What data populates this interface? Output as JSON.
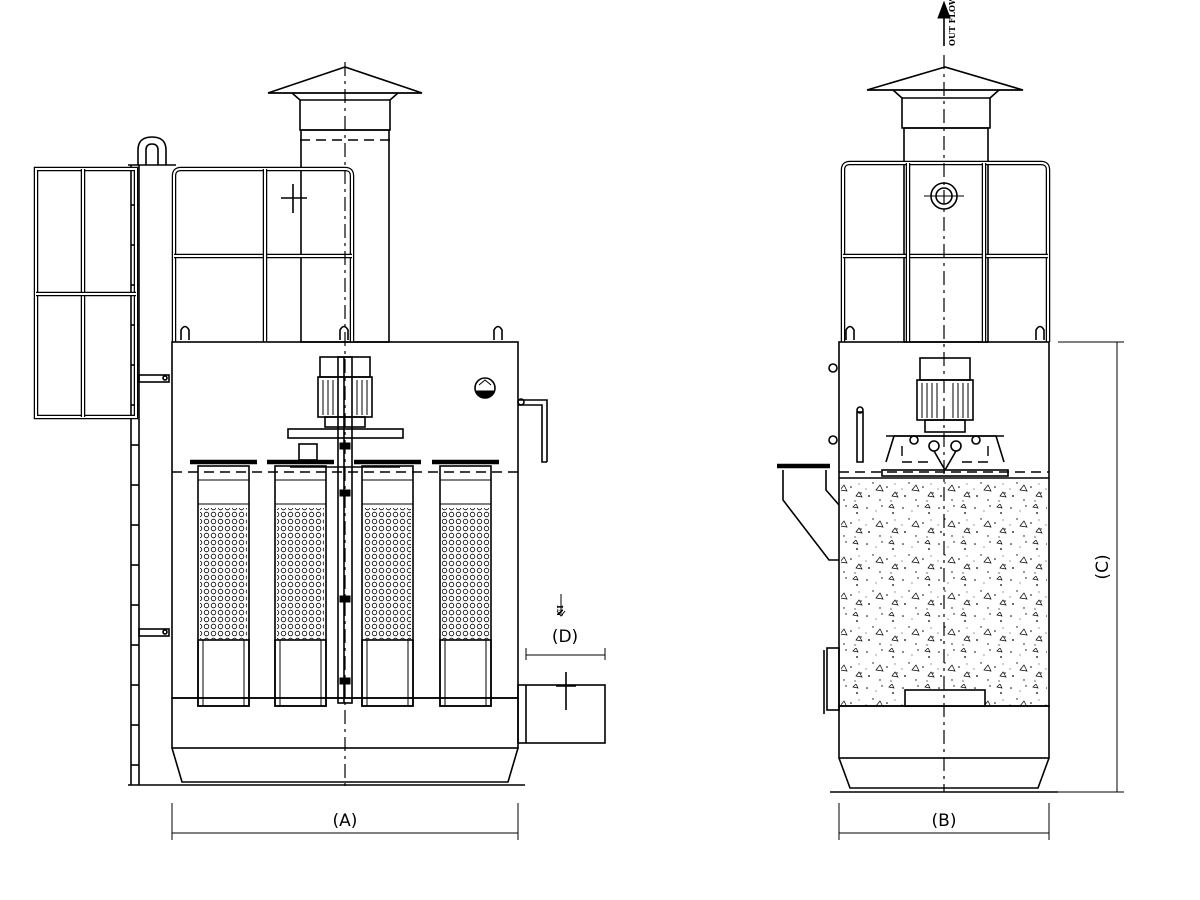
{
  "dimensions": {
    "width_label": "(A)",
    "depth_label": "(B)",
    "height_label": "(C)",
    "inlet_label": "(D)"
  },
  "flow": {
    "inlet_label": "IN",
    "outlet_label": "OUT FLOW"
  }
}
